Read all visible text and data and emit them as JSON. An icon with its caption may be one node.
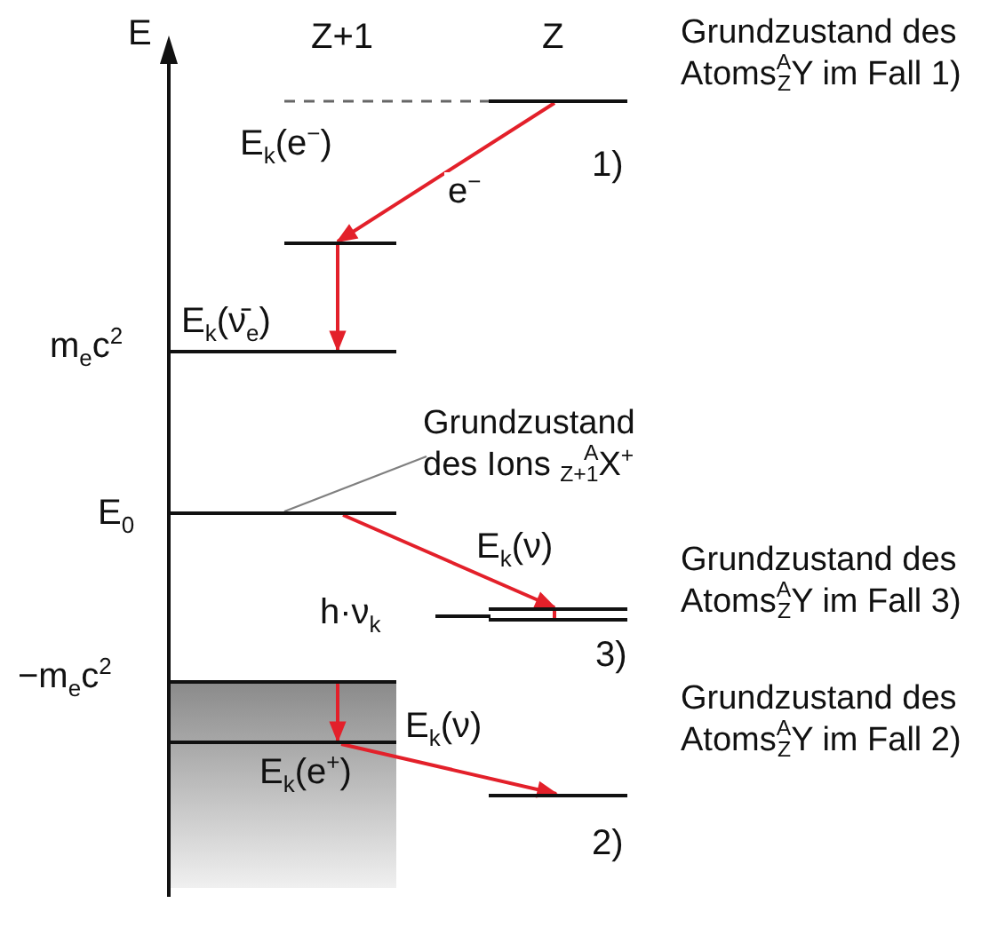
{
  "diagram": {
    "nodes": [
      {
        "text": [],
        "shape": "bar",
        "beside": [
          "Grundzustand des Atoms$^{A}$$_{Z}$Y im Fall 1)",
          "1)"
        ]
      },
      {
        "text": [],
        "shape": "bar"
      },
      {
        "text": [],
        "shape": "bar"
      },
      {
        "text": [],
        "shape": "bar"
      },
      {
        "text": [],
        "shape": "bar",
        "beside": [
          "3)",
          "Grundzustand des Atoms$^{A}$$_{Z}$Y im Fall 3)"
        ]
      },
      {
        "text": [],
        "shape": "bar"
      },
      {
        "text": [],
        "shape": "bar"
      },
      {
        "text": [],
        "shape": "bar",
        "beside": [
          "2)",
          "Grundzustand des Atoms$^{A}$$_{Z}$Y im Fall 2)"
        ]
      },
      {
        "text": [
          "Grundzustand des Ions $^{A}$$_{Z+1}$X$^{+}$"
        ]
      }
    ],
    "edges": [
      {
        "from": 0,
        "to": 1,
        "arrow": "to",
        "label": "e$^{−}$"
      },
      {
        "from": 1,
        "to": 2,
        "arrow": "to"
      },
      {
        "from": 3,
        "to": 4,
        "arrow": "to"
      },
      {
        "from": 5,
        "to": 6,
        "arrow": "to"
      },
      {
        "from": 6,
        "to": 7,
        "arrow": "to"
      },
      {
        "from": 8,
        "to": 3,
        "arrow": "none",
        "color": "#808080"
      }
    ],
    "labels": [
      "E",
      "Z+1",
      "Z",
      "E$_{k}$(e$^{−}$)",
      "E$_{k}$(ν̄$_{e}$)",
      "m$_{e}$c$^{2}$",
      "E$_{0}$",
      "E$_{k}$(ν)",
      "h·ν$_{k}$",
      "−m$_{e}$c$^{2}$",
      "E$_{k}$(ν)",
      "E$_{k}$(e$^{+}$)"
    ]
  }
}
